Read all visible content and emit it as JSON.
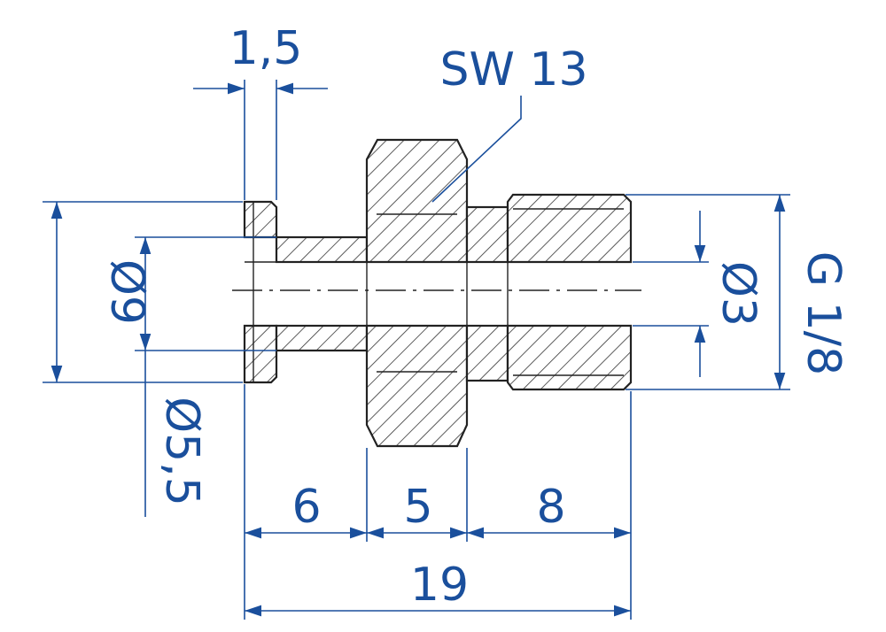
{
  "colors": {
    "dimension": "#1a4f9c",
    "outline": "#222222",
    "background": "#ffffff"
  },
  "dimensions": {
    "flange_thickness": "1,5",
    "wrench_size": "SW 13",
    "flange_diameter": "Ø9",
    "neck_diameter": "Ø5,5",
    "bore_diameter": "Ø3",
    "thread": "G 1/8",
    "length_neck": "6",
    "length_hex": "5",
    "length_thread": "8",
    "length_total": "19"
  }
}
